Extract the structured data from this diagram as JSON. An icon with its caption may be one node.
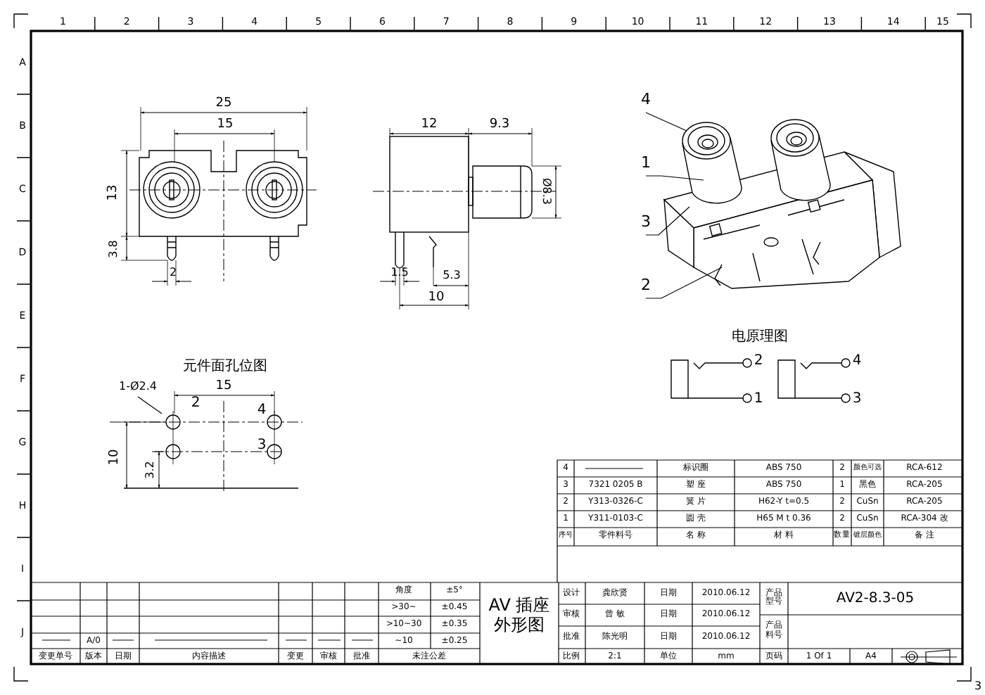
{
  "diagram": {
    "nodes": [
      {
        "text": [
          "4"
        ]
      },
      {
        "text": [
          "1"
        ]
      },
      {
        "text": [
          "3"
        ]
      },
      {
        "text": [
          "2"
        ]
      },
      {
        "text": [
          "1-Ø2.4"
        ]
      }
    ],
    "edges": [
      {
        "from": 0,
        "to": null,
        "arrow": "none"
      },
      {
        "from": 1,
        "to": null,
        "arrow": "none"
      },
      {
        "from": 2,
        "to": null,
        "arrow": "none"
      },
      {
        "from": 3,
        "to": null,
        "arrow": "none"
      },
      {
        "from": 4,
        "to": null,
        "arrow": "none"
      }
    ],
    "labels": [
      "1",
      "2",
      "3",
      "4",
      "5",
      "6",
      "7",
      "8",
      "9",
      "10",
      "11",
      "12",
      "13",
      "14",
      "15",
      "A",
      "B",
      "C",
      "D",
      "E",
      "F",
      "G",
      "H",
      "I",
      "J",
      "3",
      "25",
      "15",
      "13",
      "3.8",
      "2",
      "12",
      "9.3",
      "Ø8.3",
      "1.5",
      "5.3",
      "10",
      "电原理图",
      "2",
      "4",
      "1",
      "3",
      "元件面孔位图",
      "15",
      "2",
      "4",
      "3",
      "10",
      "3.2",
      "4",
      "标识圈",
      "ABS 750",
      "2",
      "颜色可选",
      "RCA-612",
      "3",
      "7321 0205 B",
      "塑 座",
      "ABS 750",
      "1",
      "黑色",
      "RCA-205",
      "2",
      "Y313-0326-C",
      "簧 片",
      "H62-Y t=0.5",
      "2",
      "CuSn",
      "RCA-205",
      "1",
      "Y311-0103-C",
      "圆 壳",
      "H65 M t 0.36",
      "2",
      "CuSn",
      "RCA-304 改",
      "序号",
      "零件料号",
      "名 称",
      "材 料",
      "数量",
      "镀层颜色",
      "备 注",
      "角度",
      "±5°",
      "AV 插座外形图",
      "设计",
      "龚欣贤",
      "日期",
      "2010.06.12",
      "产品型号",
      "AV2-8.3-05",
      ">30~",
      "±0.45",
      "审核",
      "曾 敏",
      "日期",
      "2010.06.12",
      ">10~30",
      "±0.35",
      "批准",
      "陈光明",
      "日期",
      "2010.06.12",
      "产品料号",
      "A/0",
      "~10",
      "±0.25",
      "变更单号",
      "版本",
      "日期",
      "内容描述",
      "变更",
      "审核",
      "批准",
      "未注公差",
      "比例",
      "2:1",
      "单位",
      "mm",
      "页码",
      "1 Of 1",
      "A4"
    ]
  }
}
